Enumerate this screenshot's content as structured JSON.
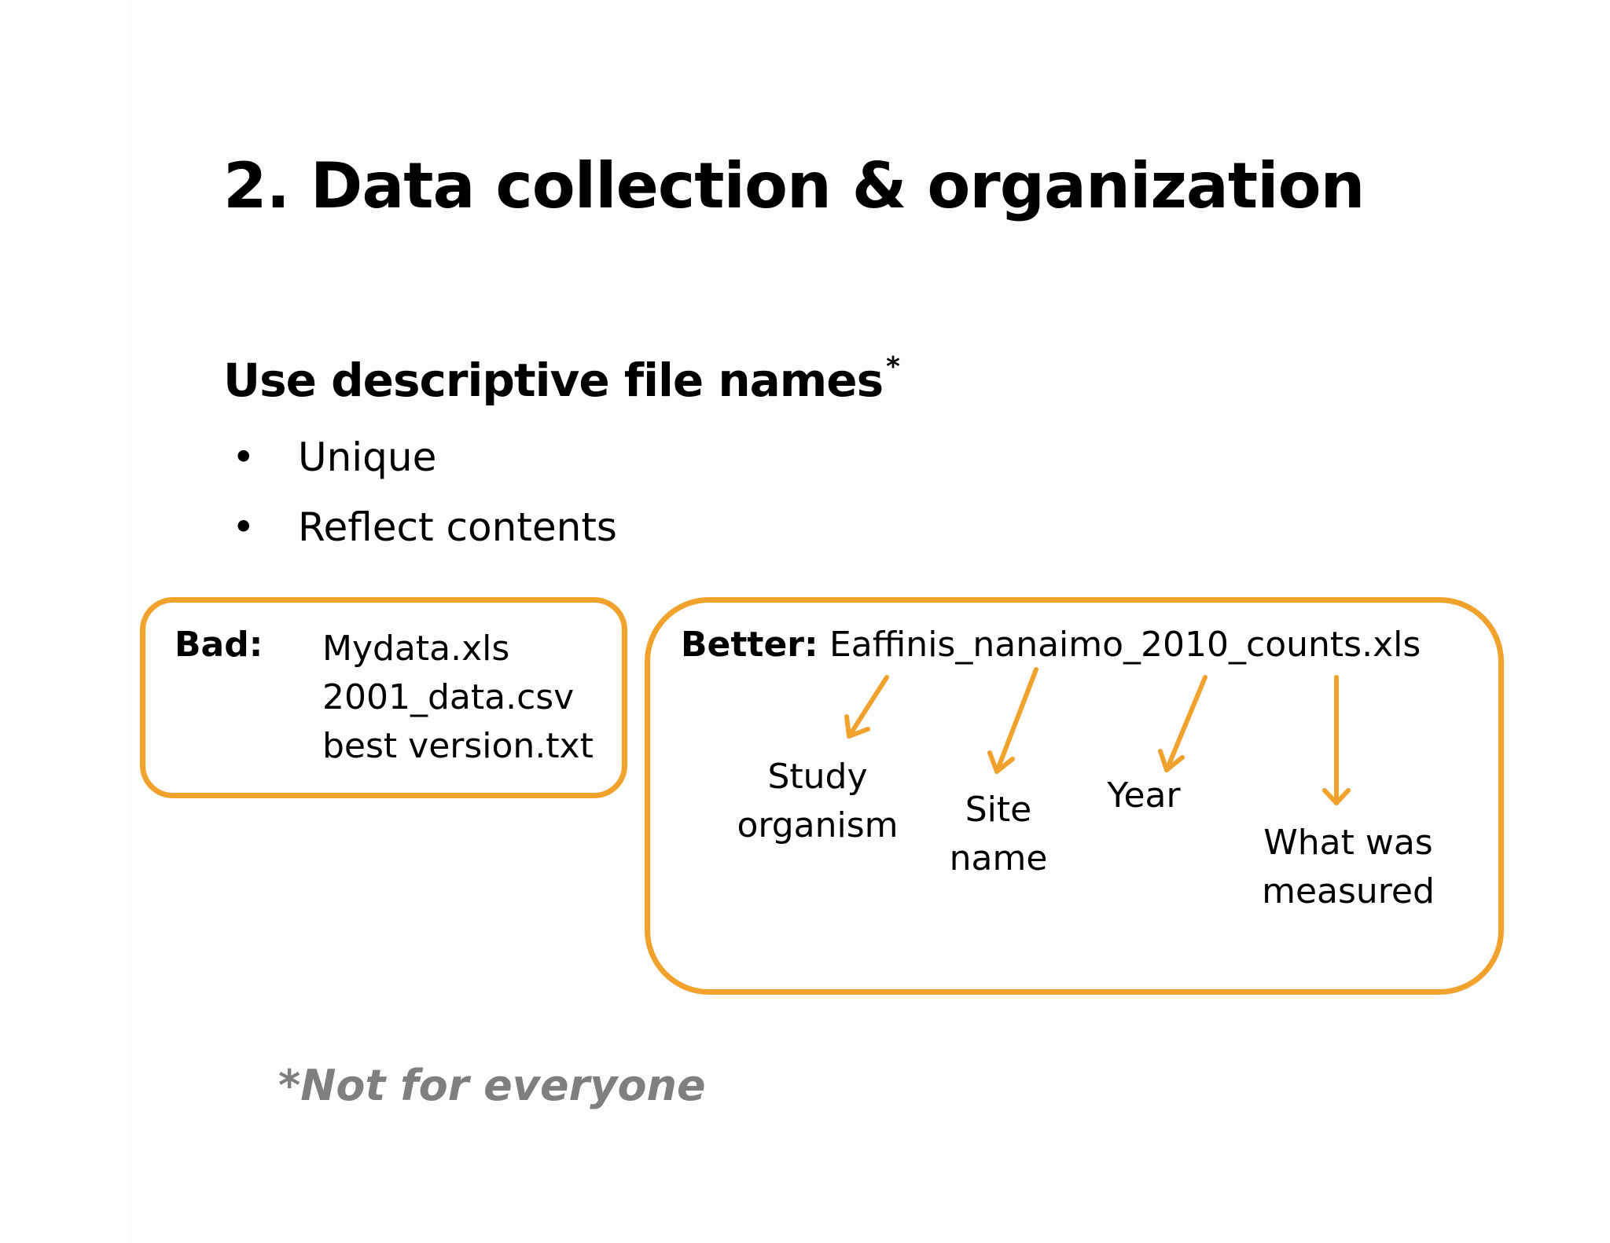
{
  "slide": {
    "title": "2. Data collection & organization",
    "subtitle": {
      "text": "Use descriptive file names",
      "marker": "*"
    },
    "bullets": [
      {
        "symbol": "•",
        "text": "Unique"
      },
      {
        "symbol": "•",
        "text": "Reflect contents"
      }
    ],
    "bad_box": {
      "label": "Bad:",
      "files": [
        "Mydata.xls",
        "2001_data.csv",
        "best version.txt"
      ]
    },
    "better_box": {
      "label": "Better:",
      "filename": "Eaffinis_nanaimo_2010_counts.xls",
      "parts": [
        {
          "line1": "Study",
          "line2": "organism"
        },
        {
          "line1": "Site",
          "line2": "name"
        },
        {
          "line1": "Year",
          "line2": ""
        },
        {
          "line1": "What was",
          "line2": "measured"
        }
      ]
    },
    "footnote": "*Not for everyone"
  },
  "colors": {
    "accent": "#f0a22d",
    "footnote": "#7f7f7f",
    "text": "#000000"
  }
}
